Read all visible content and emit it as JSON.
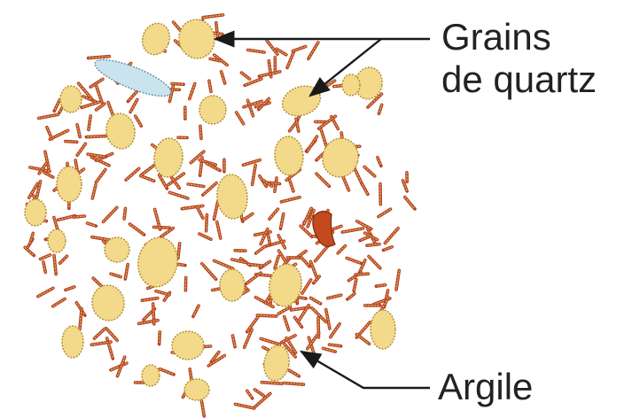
{
  "labels": {
    "quartz_line1": "Grains",
    "quartz_line2": "de quartz",
    "argile": "Argile"
  },
  "colors": {
    "quartz_fill": "#f3d98a",
    "quartz_stroke": "#b08a2a",
    "clay_stroke": "#b4412a",
    "clay_dots": "#e6b84a",
    "blue_grain": "#c9e4ee",
    "red_grain": "#c24a1e",
    "arrow": "#1a1a1a",
    "text": "#222222"
  }
}
